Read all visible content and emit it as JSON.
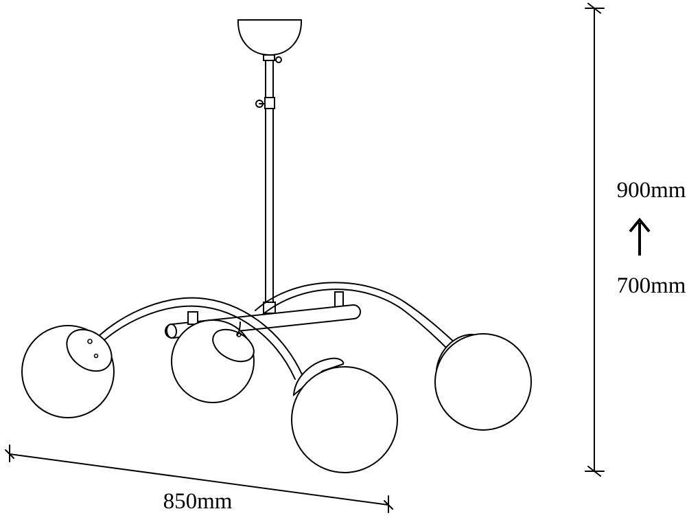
{
  "dimensions": {
    "width_label": "850mm",
    "height_max_label": "900mm",
    "height_min_label": "700mm",
    "adjust_arrow_icon": "up-arrow-icon"
  },
  "colors": {
    "line": "#000000",
    "background": "#ffffff"
  }
}
